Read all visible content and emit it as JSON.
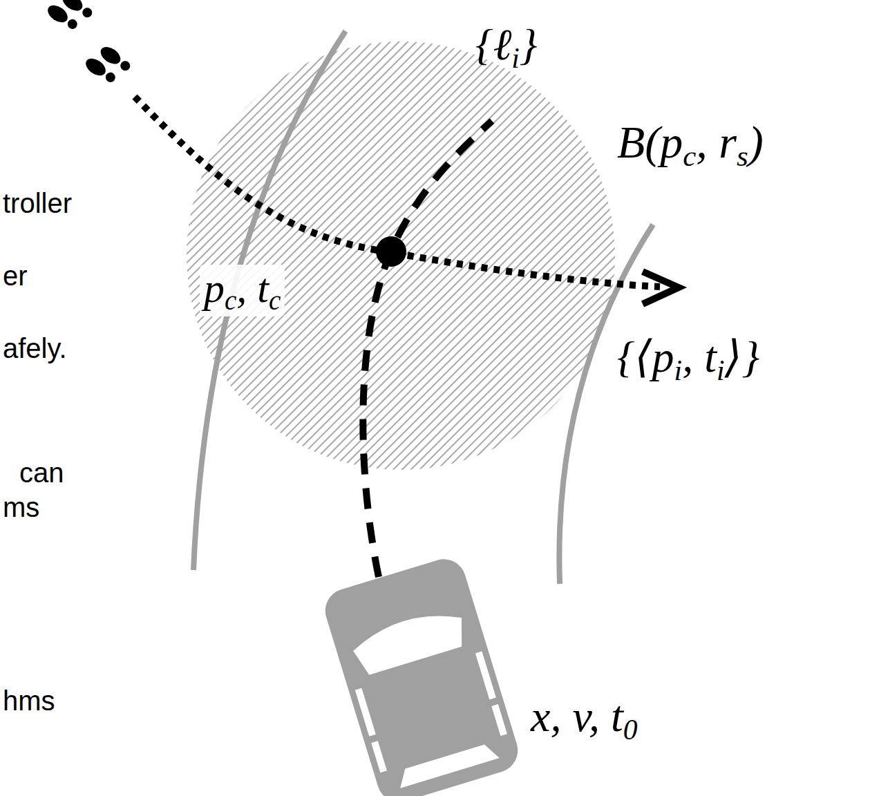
{
  "diagram": {
    "labels": [
      "{ℓ",
      "i",
      "}",
      "B(p",
      "c",
      ", r",
      "s",
      ")",
      "p",
      "c",
      ", t",
      "c",
      "{⟨p",
      "i",
      ", t",
      "i",
      "⟩}",
      "x, v, t",
      "0",
      "troller",
      "er",
      "afely.",
      "can",
      "ms",
      "hms"
    ]
  }
}
